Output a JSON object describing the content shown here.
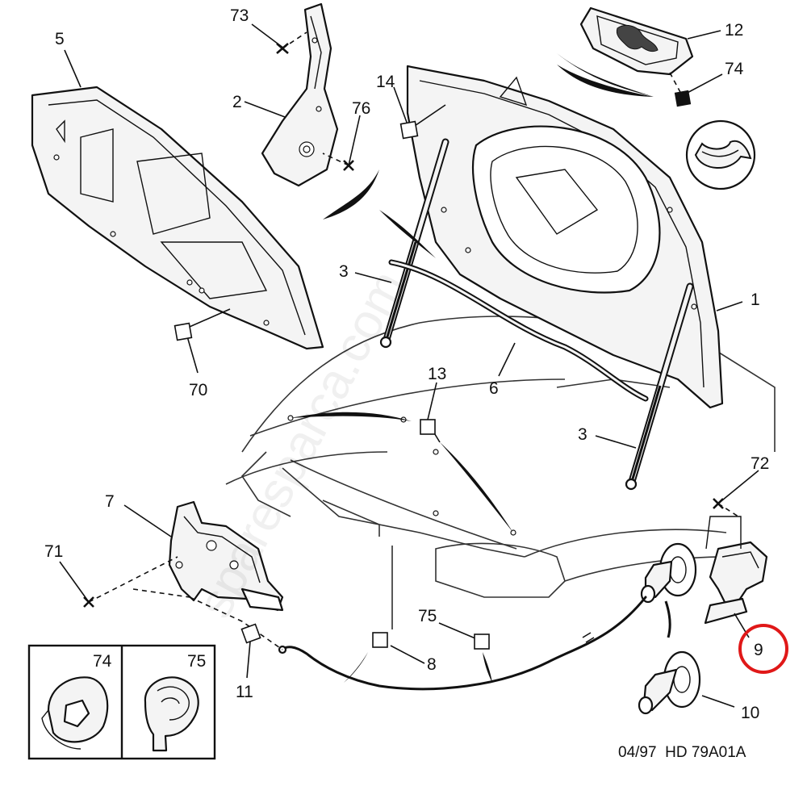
{
  "callouts": [
    {
      "id": "c1",
      "text": "1"
    },
    {
      "id": "c2",
      "text": "2"
    },
    {
      "id": "c3a",
      "text": "3"
    },
    {
      "id": "c3b",
      "text": "3"
    },
    {
      "id": "c5",
      "text": "5"
    },
    {
      "id": "c6",
      "text": "6"
    },
    {
      "id": "c7",
      "text": "7"
    },
    {
      "id": "c8",
      "text": "8"
    },
    {
      "id": "c9",
      "text": "9"
    },
    {
      "id": "c10",
      "text": "10"
    },
    {
      "id": "c11",
      "text": "11"
    },
    {
      "id": "c12",
      "text": "12"
    },
    {
      "id": "c13",
      "text": "13"
    },
    {
      "id": "c14",
      "text": "14"
    },
    {
      "id": "c70",
      "text": "70"
    },
    {
      "id": "c71",
      "text": "71"
    },
    {
      "id": "c72",
      "text": "72"
    },
    {
      "id": "c73",
      "text": "73"
    },
    {
      "id": "c74",
      "text": "74"
    },
    {
      "id": "c75",
      "text": "75"
    },
    {
      "id": "c76",
      "text": "76"
    }
  ],
  "inset": {
    "left_label": "74",
    "right_label": "75"
  },
  "footer": {
    "code": "04/97  HD 79A01A"
  },
  "watermark": "sparesparca.com",
  "highlight": {
    "callout": "9",
    "color": "#e01818"
  },
  "emblem_icon": "lion-emblem-icon",
  "hook_icon": "hood-hook-icon"
}
